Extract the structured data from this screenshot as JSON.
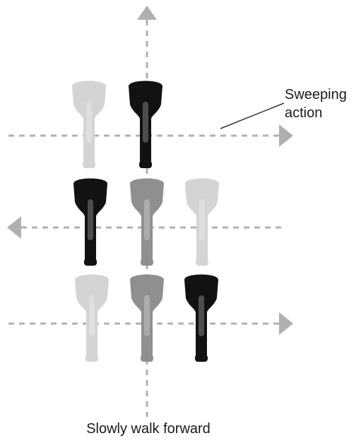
{
  "labels": {
    "sweep_line1": "Sweeping",
    "sweep_line2": "action",
    "caption": "Slowly walk forward"
  },
  "colors": {
    "guide": "#b0b0b0",
    "active": "#121212",
    "mid": "#8f8f8f",
    "faint": "#d4d4d4",
    "text": "#1a1a1a"
  },
  "icons": [
    "arrow-up-icon",
    "arrow-right-icon",
    "arrow-left-icon",
    "barcode-scanner-icon"
  ],
  "rows": [
    {
      "direction": "right",
      "scanners": [
        "faint",
        "active"
      ]
    },
    {
      "direction": "left",
      "scanners": [
        "active",
        "mid",
        "faint"
      ]
    },
    {
      "direction": "right",
      "scanners": [
        "faint",
        "mid",
        "active"
      ]
    }
  ]
}
